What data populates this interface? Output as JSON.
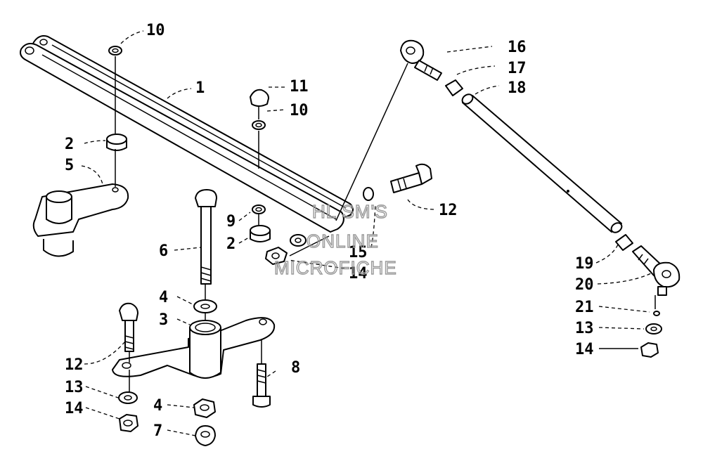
{
  "callouts": {
    "p1": "1",
    "p2a": "2",
    "p2b": "2",
    "p3": "3",
    "p4a": "4",
    "p4b": "4",
    "p5": "5",
    "p6": "6",
    "p7": "7",
    "p8": "8",
    "p9": "9",
    "p10a": "10",
    "p10b": "10",
    "p11": "11",
    "p12a": "12",
    "p12b": "12",
    "p13a": "13",
    "p13b": "13",
    "p14a": "14",
    "p14b": "14",
    "p14c": "14",
    "p15": "15",
    "p16": "16",
    "p17": "17",
    "p18": "18",
    "p19": "19",
    "p20": "20",
    "p21": "21"
  },
  "watermark": {
    "line1": "HL SM'S",
    "line2": "ONLINE",
    "line3": "MICROFICHE"
  }
}
